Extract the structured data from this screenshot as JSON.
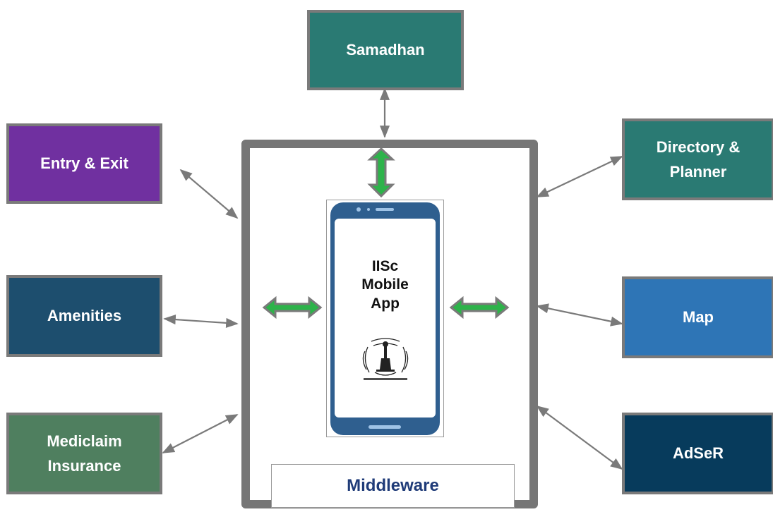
{
  "nodes": {
    "samadhan": "Samadhan",
    "entry_exit": "Entry & Exit",
    "directory_planner": [
      "Directory &",
      "Planner"
    ],
    "amenities": "Amenities",
    "map": "Map",
    "mediclaim": [
      "Mediclaim",
      "Insurance"
    ],
    "adser": "AdSeR"
  },
  "app": {
    "lines": [
      "IISc",
      "Mobile",
      "App"
    ]
  },
  "middleware": "Middleware",
  "colors": {
    "samadhan": "#2a7a73",
    "entry_exit": "#7030a0",
    "directory_planner": "#2a7a73",
    "amenities": "#1d4e6e",
    "map": "#2e75b6",
    "mediclaim": "#4f7f5f",
    "adser": "#073b5c",
    "frame": "#767676",
    "inner_arrow_fill": "#2db34a",
    "inner_arrow_border": "#7a7a7a",
    "middleware_text": "#1f3b78"
  }
}
